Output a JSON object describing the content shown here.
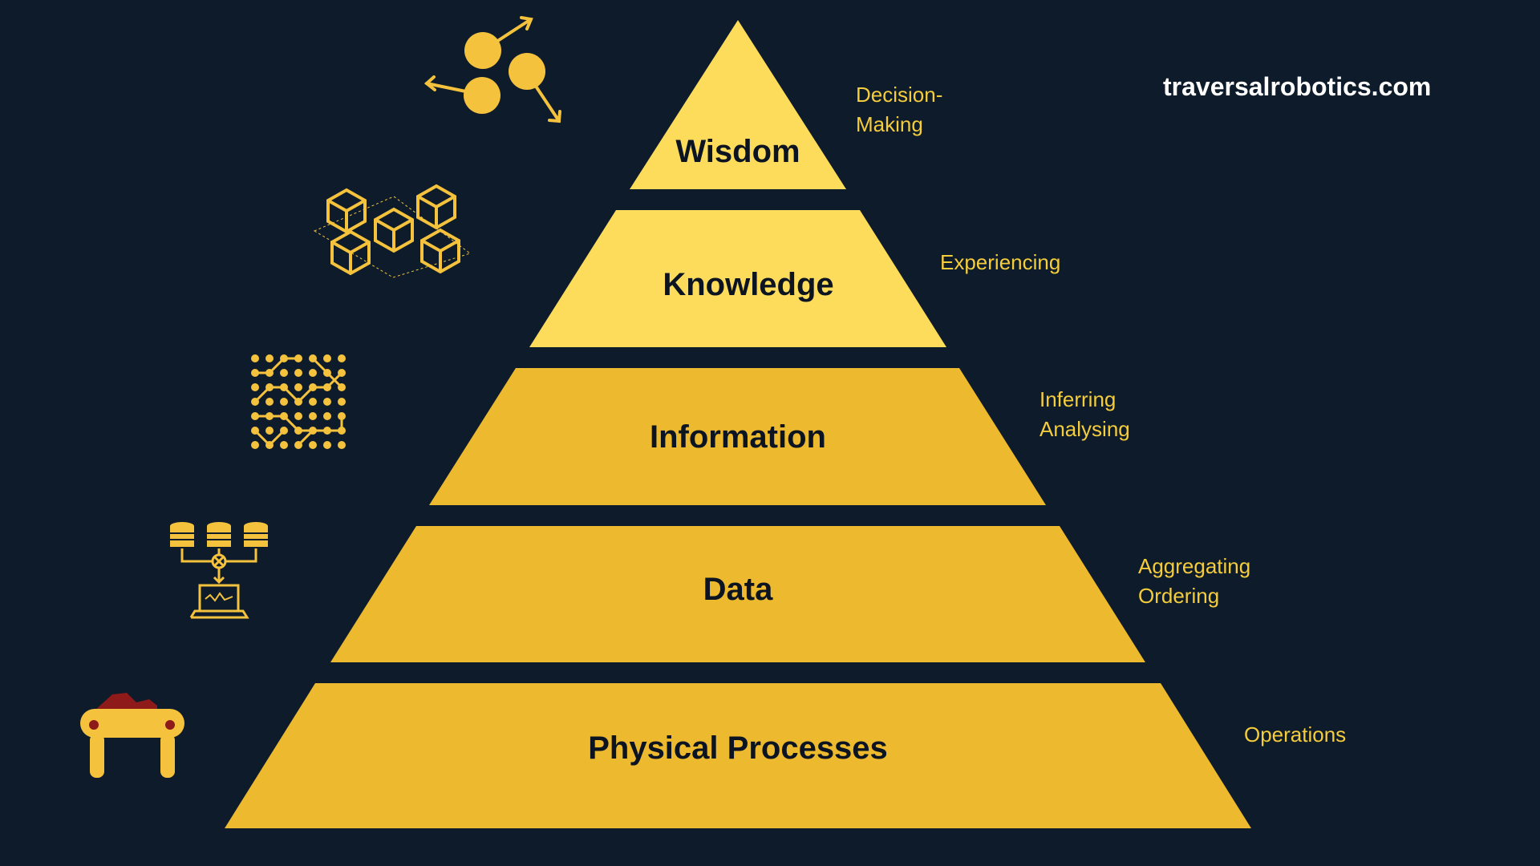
{
  "site": "traversalrobotics.com",
  "tiers": [
    {
      "label": "Wisdom",
      "side": [
        "Decision-",
        "Making"
      ],
      "icon": "network-nodes-icon"
    },
    {
      "label": "Knowledge",
      "side": [
        "Experiencing"
      ],
      "icon": "cubes-icon"
    },
    {
      "label": "Information",
      "side": [
        "Inferring",
        "Analysing"
      ],
      "icon": "circuit-grid-icon"
    },
    {
      "label": "Data",
      "side": [
        "Aggregating",
        "Ordering"
      ],
      "icon": "database-laptop-icon"
    },
    {
      "label": "Physical Processes",
      "side": [
        "Operations"
      ],
      "icon": "conveyor-machine-icon"
    }
  ],
  "colors": {
    "background": "#0d1b2a",
    "tier_light": "#fddc5c",
    "tier_dark": "#edb92f",
    "accent_text": "#f4cc3c",
    "machine_red": "#8f1a1a"
  }
}
